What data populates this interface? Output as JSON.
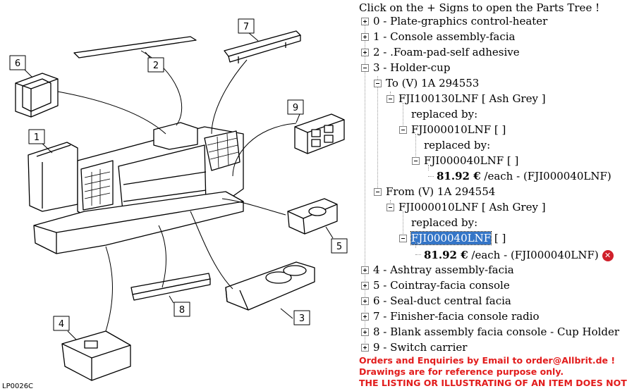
{
  "diagram": {
    "code": "LP0026C",
    "callouts": [
      "1",
      "2",
      "3",
      "4",
      "5",
      "6",
      "7",
      "8",
      "9"
    ]
  },
  "tree": {
    "hint": "Click on the + Signs to open the Parts Tree !",
    "items": [
      "0 - Plate-graphics control-heater",
      "1 - Console assembly-facia",
      "2 - .Foam-pad-self adhesive",
      "3 - Holder-cup",
      "4 - Ashtray assembly-facia",
      "5 - Cointray-facia console",
      "6 - Seal-duct central facia",
      "7 - Finisher-facia console radio",
      "8 - Blank assembly facia console - Cup Holder",
      "9 - Switch carrier"
    ],
    "holder": {
      "to": "To (V) 1A 294553",
      "to_part": "FJI100130LNF [ Ash Grey ]",
      "replaced_by": "replaced by:",
      "to_rep1": "FJI000010LNF [ ]",
      "to_rep2": "FJI000040LNF [ ]",
      "to_price": "81.92 €",
      "to_price_suffix": " /each - (FJI000040LNF)",
      "from": "From (V) 1A 294554",
      "from_part": "FJI000010LNF [ Ash Grey ]",
      "from_rep_code": "FJI000040LNF",
      "from_rep_suffix": " [ ]",
      "from_price": "81.92 €",
      "from_price_suffix": " /each - (FJI000040LNF)"
    },
    "footer": [
      "Orders and Enquiries by Email to order@Allbrit.de !",
      "Drawings are for reference purpose only.",
      "THE LISTING OR ILLUSTRATING OF AN ITEM DOES NOT"
    ],
    "colors": {
      "footer": "#e21c1c",
      "selection": "#3475c7"
    }
  }
}
